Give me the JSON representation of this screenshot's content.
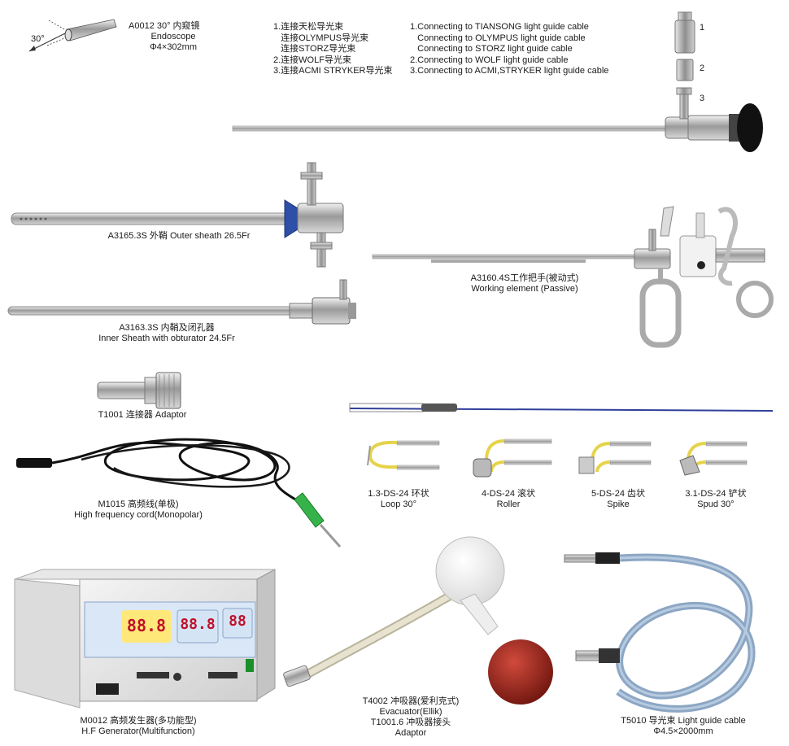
{
  "endoscope": {
    "angle": "30°",
    "code": "A0012  30°  内窥镜",
    "name": "Endoscope",
    "size": "Φ4×302mm"
  },
  "connections_cn": [
    "1.连接天松导光束",
    "   连接OLYMPUS导光束",
    "   连接STORZ导光束",
    "2.连接WOLF导光束",
    "3.连接ACMI STRYKER导光束"
  ],
  "connections_en": [
    "1.Connecting to TIANSONG light guide cable",
    "   Connecting to OLYMPUS light guide cable",
    "   Connecting to STORZ light guide cable",
    "2.Connecting to WOLF light guide cable",
    "3.Connecting to ACMI,STRYKER light guide cable"
  ],
  "adapter_numbers": [
    "1",
    "2",
    "3"
  ],
  "outer_sheath": "A3165.3S 外鞘 Outer sheath 26.5Fr",
  "inner_sheath": [
    "A3163.3S 内鞘及闭孔器",
    "Inner Sheath with obturator 24.5Fr"
  ],
  "working_element": [
    "A3160.4S工作把手(被动式)",
    "Working element (Passive)"
  ],
  "adaptor": "T1001 连接器 Adaptor",
  "cord": [
    "M1015 高频线(单极)",
    "High frequency cord(Monopolar)"
  ],
  "electrodes": [
    {
      "code": "1.3-DS-24 环状",
      "name": "Loop 30°"
    },
    {
      "code": "4-DS-24 滚状",
      "name": "Roller"
    },
    {
      "code": "5-DS-24 齿状",
      "name": "Spike"
    },
    {
      "code": "3.1-DS-24 铲状",
      "name": "Spud 30°"
    }
  ],
  "generator": [
    "M0012 高频发生器(多功能型)",
    "H.F Generator(Multifunction)"
  ],
  "generator_displays": [
    "88.8",
    "88.8",
    "88"
  ],
  "evacuator": [
    "T4002 冲吸器(爱利克式)",
    "Evacuator(Ellik)",
    "T1001.6 冲吸器接头",
    "Adaptor"
  ],
  "light_cable": [
    "T5010 导光束 Light guide cable",
    "Φ4.5×2000mm"
  ]
}
